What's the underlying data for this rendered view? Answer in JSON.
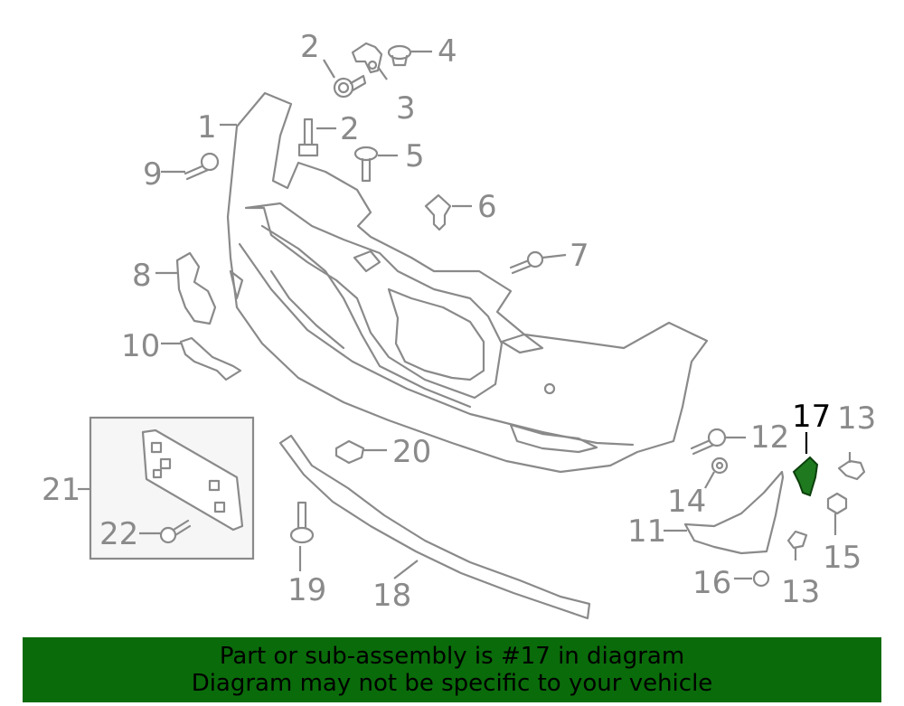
{
  "callouts": [
    {
      "id": "c1",
      "label": "1"
    },
    {
      "id": "c2a",
      "label": "2"
    },
    {
      "id": "c2b",
      "label": "2"
    },
    {
      "id": "c3",
      "label": "3"
    },
    {
      "id": "c4",
      "label": "4"
    },
    {
      "id": "c5",
      "label": "5"
    },
    {
      "id": "c6",
      "label": "6"
    },
    {
      "id": "c7",
      "label": "7"
    },
    {
      "id": "c8",
      "label": "8"
    },
    {
      "id": "c9",
      "label": "9"
    },
    {
      "id": "c10",
      "label": "10"
    },
    {
      "id": "c11",
      "label": "11"
    },
    {
      "id": "c12",
      "label": "12"
    },
    {
      "id": "c13a",
      "label": "13"
    },
    {
      "id": "c13b",
      "label": "13"
    },
    {
      "id": "c14",
      "label": "14"
    },
    {
      "id": "c15",
      "label": "15"
    },
    {
      "id": "c16",
      "label": "16"
    },
    {
      "id": "c17",
      "label": "17"
    },
    {
      "id": "c18",
      "label": "18"
    },
    {
      "id": "c19",
      "label": "19"
    },
    {
      "id": "c20",
      "label": "20"
    },
    {
      "id": "c21",
      "label": "21"
    },
    {
      "id": "c22",
      "label": "22"
    }
  ],
  "highlighted_part": "17",
  "colors": {
    "line": "#8a8a8a",
    "highlight_part": "#1f7a1f",
    "banner_bg": "#0a6b0a"
  },
  "banner": {
    "line1": "Part or sub-assembly is #17 in diagram",
    "line2": "Diagram may not be specific to your vehicle"
  }
}
